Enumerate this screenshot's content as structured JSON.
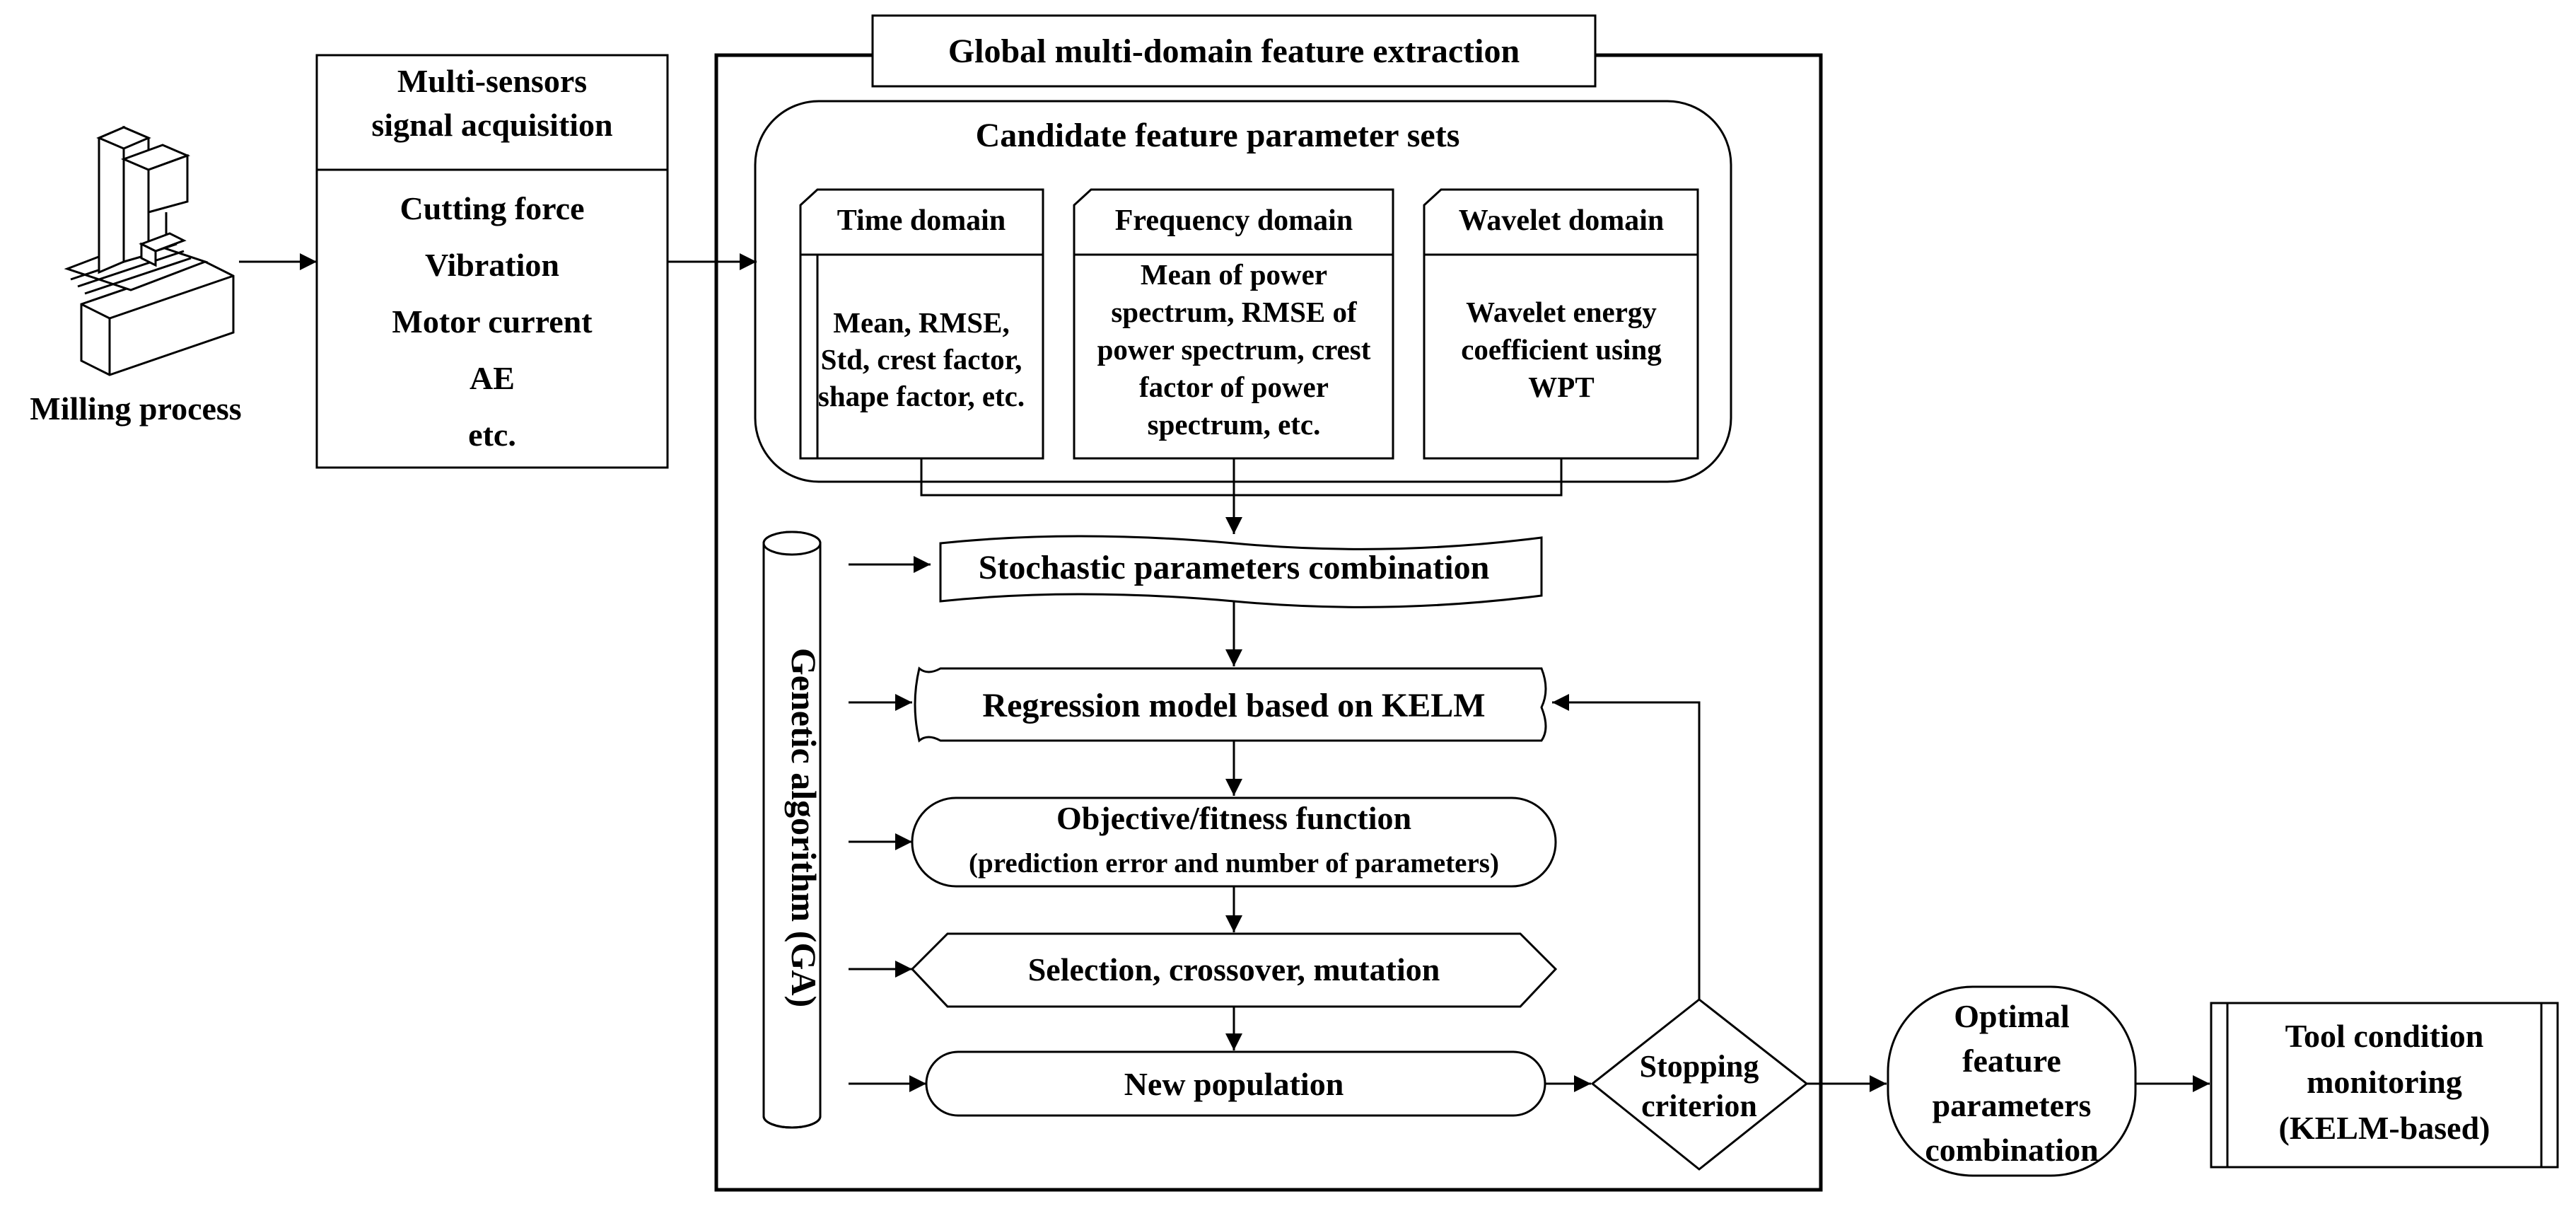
{
  "milling": {
    "label": "Milling process"
  },
  "acquisition": {
    "title_lines": [
      "Multi-sensors",
      "signal acquisition"
    ],
    "signals": [
      "Cutting force",
      "Vibration",
      "Motor current",
      "AE",
      "etc."
    ]
  },
  "global": {
    "title": "Global multi-domain feature extraction"
  },
  "candidate": {
    "title": "Candidate feature parameter sets",
    "domains": [
      {
        "title": "Time domain",
        "lines": [
          "Mean, RMSE,",
          "Std, crest factor,",
          "shape factor, etc."
        ]
      },
      {
        "title": "Frequency domain",
        "lines": [
          "Mean of power",
          "spectrum, RMSE of",
          "power spectrum, crest",
          "factor of power",
          "spectrum, etc."
        ]
      },
      {
        "title": "Wavelet domain",
        "lines": [
          "Wavelet energy",
          "coefficient using",
          "WPT"
        ]
      }
    ]
  },
  "ga": {
    "label": "Genetic algorithm (GA)"
  },
  "steps": {
    "stochastic": "Stochastic parameters combination",
    "regression": "Regression model based on KELM",
    "objective_title": "Objective/fitness function",
    "objective_sub": "(prediction error and number of parameters)",
    "selection": "Selection, crossover, mutation",
    "population": "New population",
    "stopping_lines": [
      "Stopping",
      "criterion"
    ]
  },
  "optimal": {
    "lines": [
      "Optimal",
      "feature",
      "parameters",
      "combination"
    ]
  },
  "tcm": {
    "lines": [
      "Tool condition",
      "monitoring",
      "(KELM-based)"
    ]
  }
}
